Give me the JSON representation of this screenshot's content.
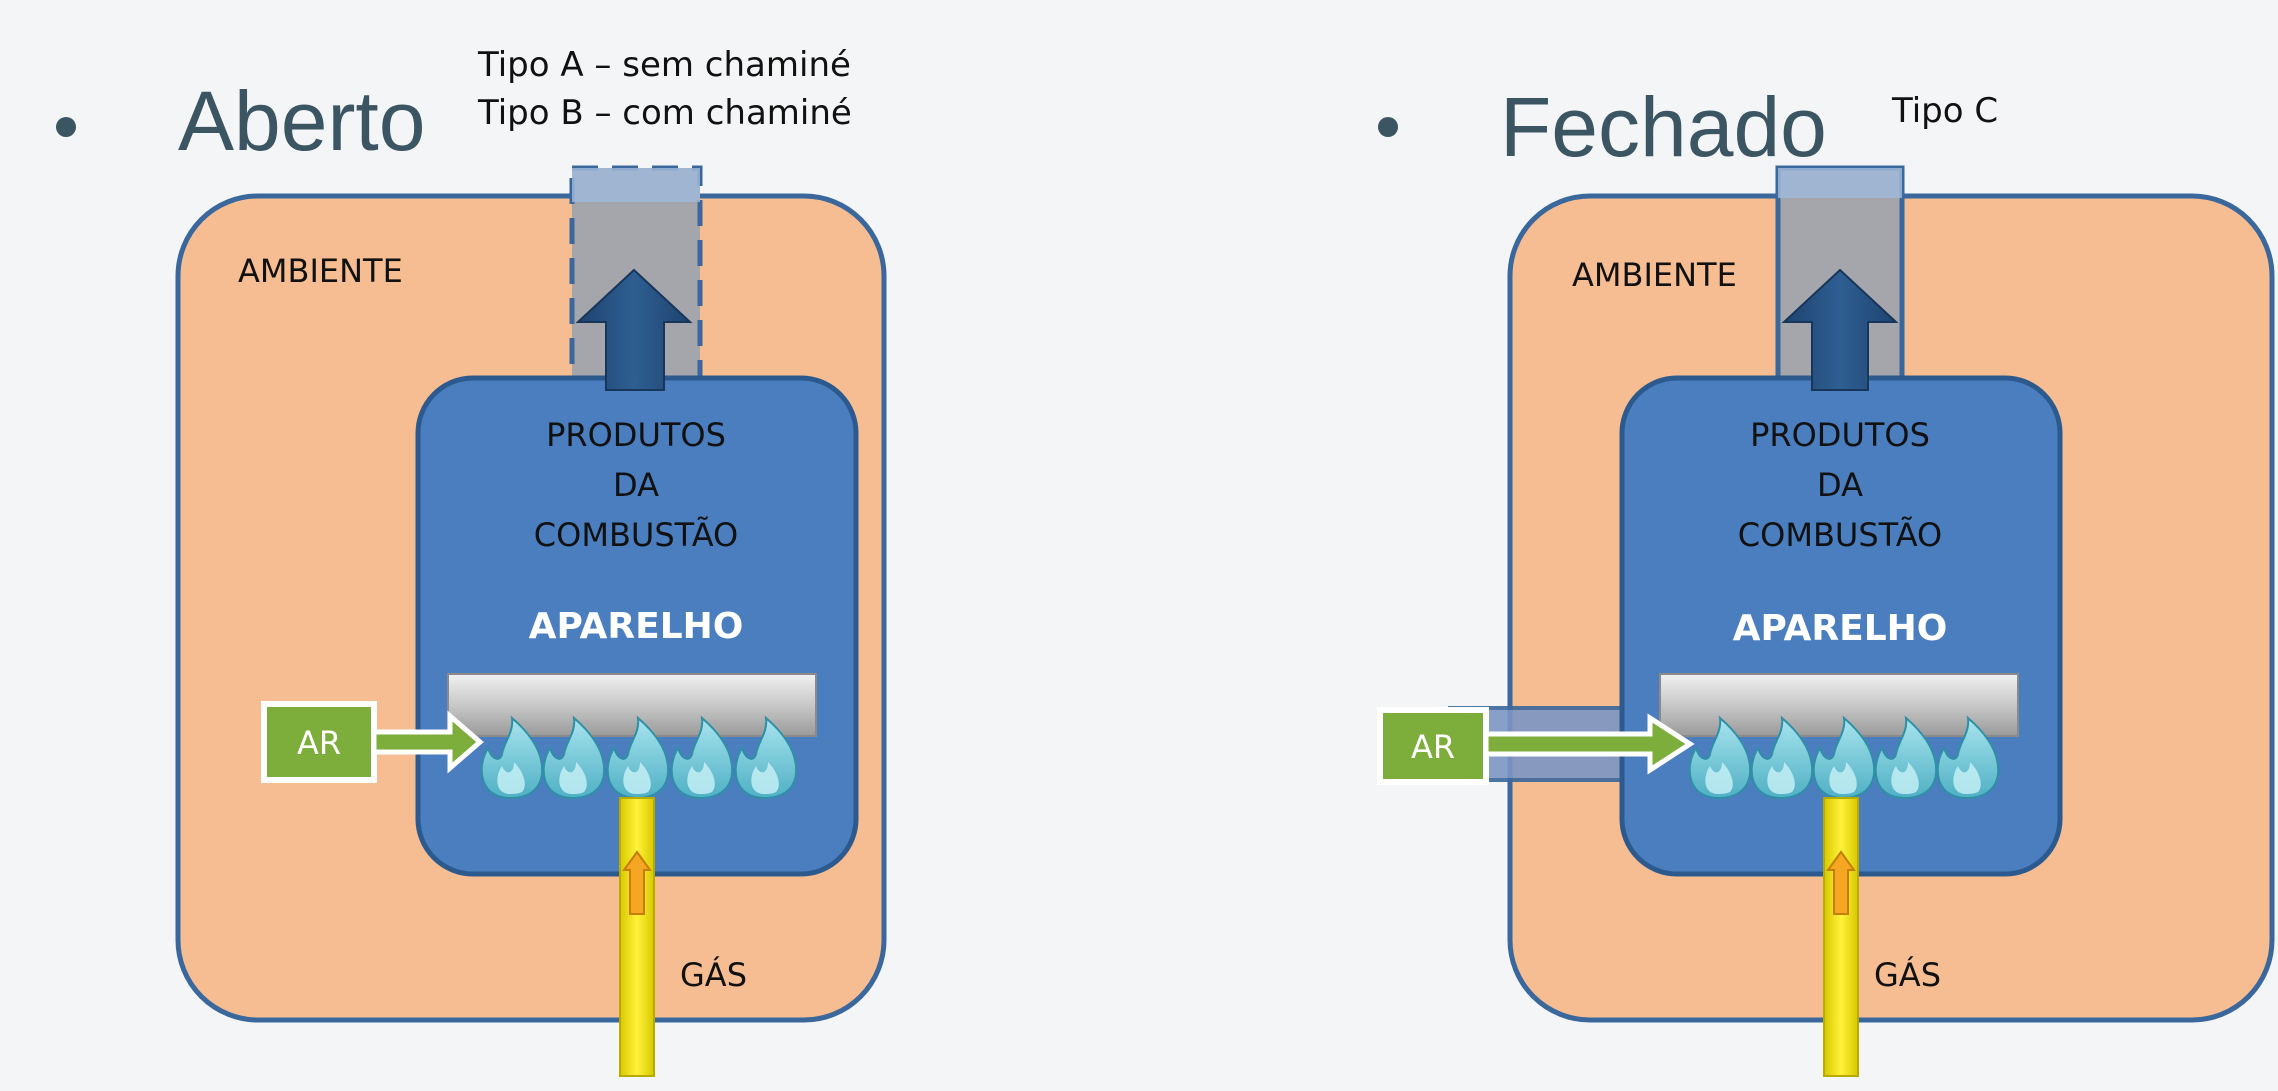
{
  "left": {
    "heading": "Aberto",
    "notes": [
      "Tipo A – sem chaminé",
      "Tipo B – com chaminé"
    ],
    "room_label": "AMBIENTE",
    "products_label": [
      "PRODUTOS",
      "DA",
      "COMBUSTÃO"
    ],
    "appliance_label": "APARELHO",
    "air_label": "AR",
    "gas_label": "GÁS"
  },
  "right": {
    "heading": "Fechado",
    "notes": [
      "Tipo C"
    ],
    "room_label": "AMBIENTE",
    "products_label": [
      "PRODUTOS",
      "DA",
      "COMBUSTÃO"
    ],
    "appliance_label": "APARELHO",
    "air_label": "AR",
    "gas_label": "GÁS"
  },
  "colors": {
    "room": "#f5bd91",
    "room_border": "#3a679c",
    "appliance": "#4a7ebf",
    "chimney": "#a5a5ac",
    "arrow": "#244c78",
    "air": "#7dae3c",
    "gas": "#efe01a",
    "flame": "#7fcfdc"
  }
}
